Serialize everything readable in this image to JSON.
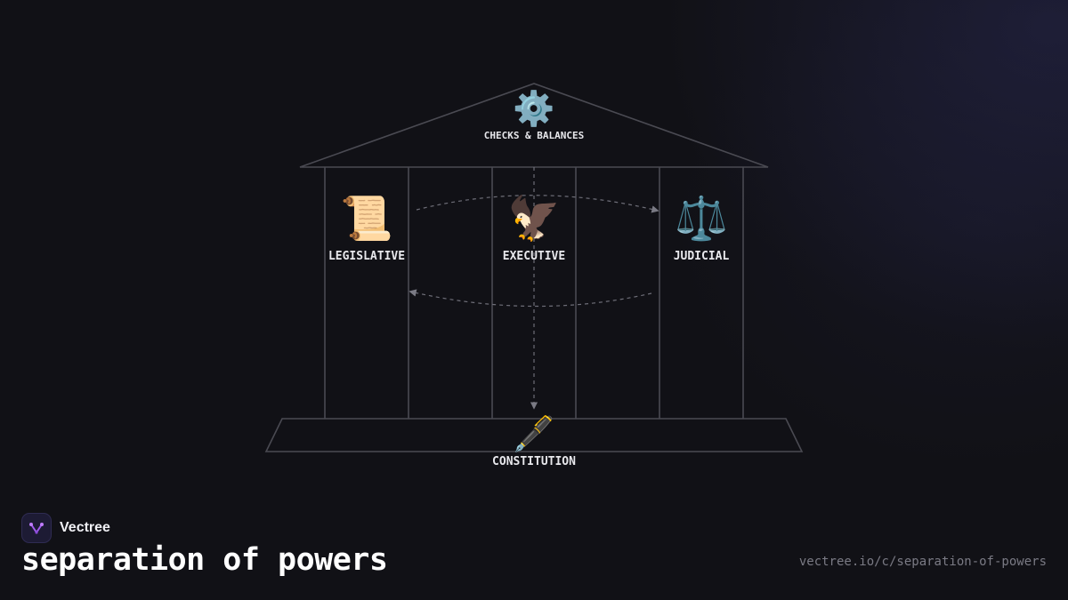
{
  "diagram": {
    "roof": {
      "icon": "gear-icon",
      "glyph": "⚙️",
      "label": "CHECKS & BALANCES"
    },
    "branches": [
      {
        "id": "legislative",
        "icon": "scroll-icon",
        "glyph": "📜",
        "label": "LEGISLATIVE"
      },
      {
        "id": "executive",
        "icon": "eagle-icon",
        "glyph": "🦅",
        "label": "EXECUTIVE"
      },
      {
        "id": "judicial",
        "icon": "scales-icon",
        "glyph": "⚖️",
        "label": "JUDICIAL"
      }
    ],
    "base": {
      "icon": "fountain-pen-icon",
      "glyph": "🖋️",
      "label": "CONSTITUTION"
    },
    "colors": {
      "line": "#4a4a52",
      "arrow": "#6e6e78"
    }
  },
  "brand": {
    "name": "Vectree",
    "icon": "vectree-logo-icon"
  },
  "title": "separation of powers",
  "url": "vectree.io/c/separation-of-powers"
}
